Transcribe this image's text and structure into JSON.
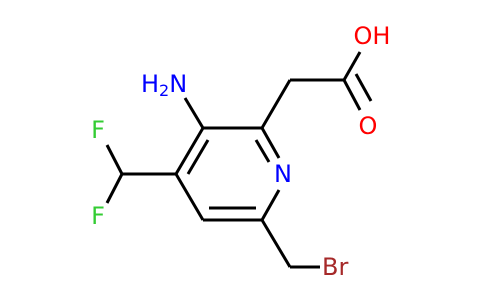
{
  "molecule": {
    "atoms": {
      "amino": {
        "symbol": "H",
        "sub": "2",
        "suffix": "N",
        "color": "#0000FF"
      },
      "ring_n": {
        "symbol": "N",
        "color": "#0000FF"
      },
      "f_top": {
        "symbol": "F",
        "color": "#33CC33"
      },
      "f_bottom": {
        "symbol": "F",
        "color": "#33CC33"
      },
      "hydroxyl": {
        "symbol": "OH",
        "color": "#FF0000"
      },
      "carbonyl_o": {
        "symbol": "O",
        "color": "#FF0000"
      },
      "bromine": {
        "symbol": "Br",
        "color": "#A62929"
      }
    }
  }
}
